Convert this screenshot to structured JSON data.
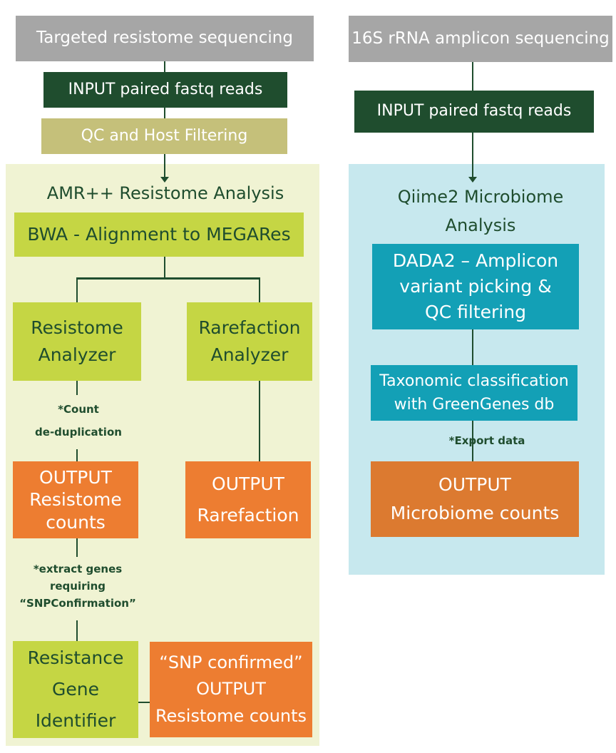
{
  "left": {
    "header": "Targeted resistome sequencing",
    "input": "INPUT paired fastq reads",
    "qc": "QC and Host Filtering",
    "panel_title": "AMR++ Resistome Analysis",
    "bwa": "BWA - Alignment to MEGARes",
    "resistome_analyzer": [
      "Resistome",
      "Analyzer"
    ],
    "rarefaction_analyzer": [
      "Rarefaction",
      "Analyzer"
    ],
    "note_count": [
      "*Count",
      "de-duplication"
    ],
    "output_resistome": [
      "OUTPUT",
      "Resistome",
      "counts"
    ],
    "output_rarefaction": [
      "OUTPUT",
      "Rarefaction"
    ],
    "note_extract": [
      "*extract genes",
      "requiring",
      "“SNPConfirmation”"
    ],
    "resistance_gene": [
      "Resistance",
      "Gene",
      "Identifier"
    ],
    "snp_output": [
      "“SNP confirmed”",
      "OUTPUT",
      "Resistome counts"
    ]
  },
  "right": {
    "header": "16S rRNA amplicon sequencing",
    "input": "INPUT paired fastq reads",
    "panel_title": [
      "Qiime2 Microbiome",
      "Analysis"
    ],
    "dada2": [
      "DADA2 – Amplicon",
      "variant picking &",
      "QC filtering"
    ],
    "taxonomic": [
      "Taxonomic classification",
      "with GreenGenes  db"
    ],
    "note_export": "*Export data",
    "output_microbiome": [
      "OUTPUT",
      "Microbiome counts"
    ]
  },
  "colors": {
    "gray": "#a6a6a6",
    "dark_green": "#1f4d2e",
    "khaki": "#c5c07a",
    "lime": "#c5d644",
    "pale_green_panel": "#f0f3d3",
    "pale_blue_panel": "#c7e8ee",
    "teal": "#13a0b6",
    "orange": "#ed7d31"
  }
}
